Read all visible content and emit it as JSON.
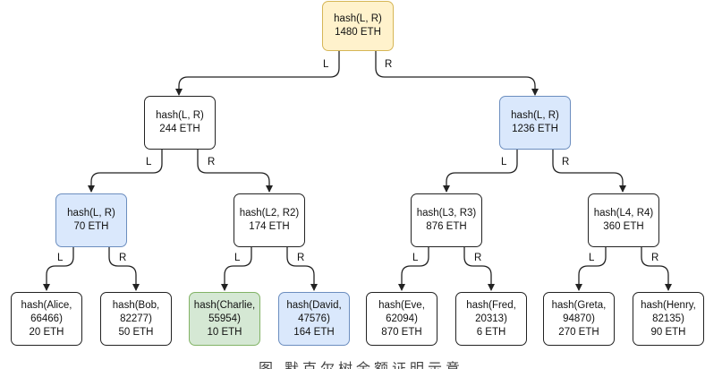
{
  "nodes": {
    "root": {
      "line1": "hash(L, R)",
      "line2": "1480 ETH"
    },
    "l": {
      "line1": "hash(L, R)",
      "line2": "244 ETH"
    },
    "r": {
      "line1": "hash(L, R)",
      "line2": "1236 ETH"
    },
    "ll": {
      "line1": "hash(L, R)",
      "line2": "70 ETH"
    },
    "lr": {
      "line1": "hash(L2, R2)",
      "line2": "174 ETH"
    },
    "rl": {
      "line1": "hash(L3, R3)",
      "line2": "876 ETH"
    },
    "rr": {
      "line1": "hash(L4, R4)",
      "line2": "360 ETH"
    },
    "alice": {
      "line1": "hash(Alice,",
      "line2": "66466)",
      "line3": "20 ETH"
    },
    "bob": {
      "line1": "hash(Bob,",
      "line2": "82277)",
      "line3": "50 ETH"
    },
    "charlie": {
      "line1": "hash(Charlie,",
      "line2": "55954)",
      "line3": "10 ETH"
    },
    "david": {
      "line1": "hash(David,",
      "line2": "47576)",
      "line3": "164 ETH"
    },
    "eve": {
      "line1": "hash(Eve,",
      "line2": "62094)",
      "line3": "870 ETH"
    },
    "fred": {
      "line1": "hash(Fred,",
      "line2": "20313)",
      "line3": "6 ETH"
    },
    "greta": {
      "line1": "hash(Greta,",
      "line2": "94870)",
      "line3": "270 ETH"
    },
    "henry": {
      "line1": "hash(Henry,",
      "line2": "82135)",
      "line3": "90 ETH"
    }
  },
  "edge_labels": {
    "left": "L",
    "right": "R"
  },
  "colors": {
    "root_fill": "#fff2cc",
    "highlight_fill": "#dae8fc",
    "leaf_highlight_fill": "#d5e8d4",
    "line": "#222222"
  },
  "caption": "图 默克尔树余额证明示意"
}
